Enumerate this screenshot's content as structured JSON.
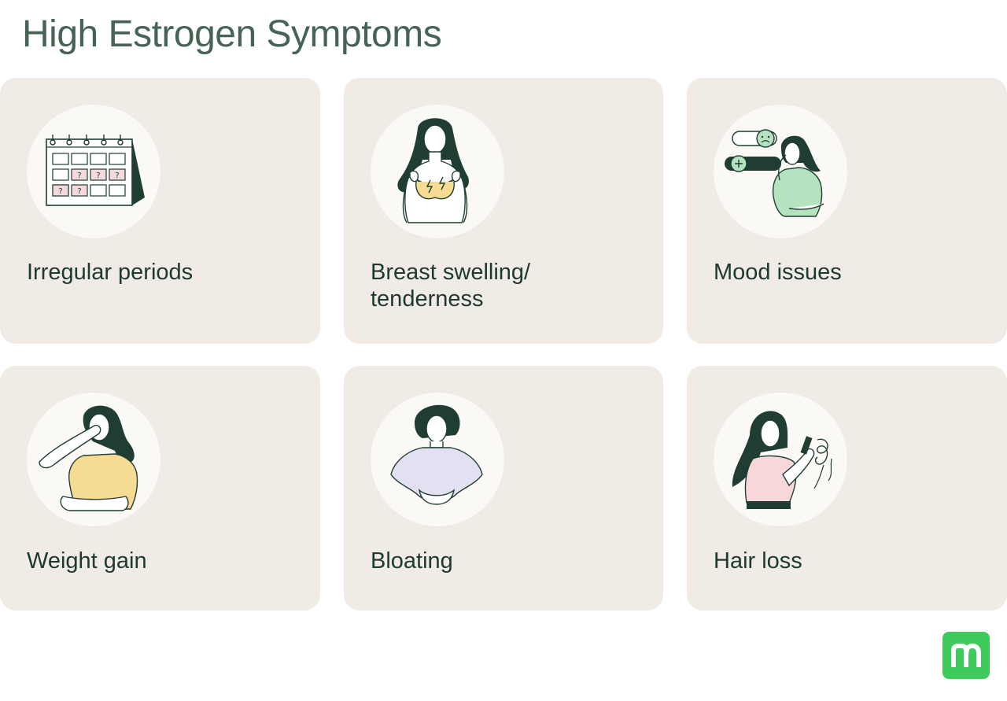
{
  "title": "High Estrogen Symptoms",
  "colors": {
    "title": "#466355",
    "card_background": "#f0ebe4",
    "icon_background": "#fbf9f5",
    "label": "#1d3a30",
    "dark_green": "#1f3d33",
    "brand": "#3ecb5c"
  },
  "symptoms": [
    {
      "label": "Irregular periods",
      "icon": "calendar-icon"
    },
    {
      "label": "Breast swelling/ tenderness",
      "icon": "breast-pain-icon"
    },
    {
      "label": "Mood issues",
      "icon": "mood-icon"
    },
    {
      "label": "Weight gain",
      "icon": "weight-gain-icon"
    },
    {
      "label": "Bloating",
      "icon": "bloating-icon"
    },
    {
      "label": "Hair loss",
      "icon": "hair-loss-icon"
    }
  ],
  "brand": {
    "icon": "brand-logo-icon"
  }
}
